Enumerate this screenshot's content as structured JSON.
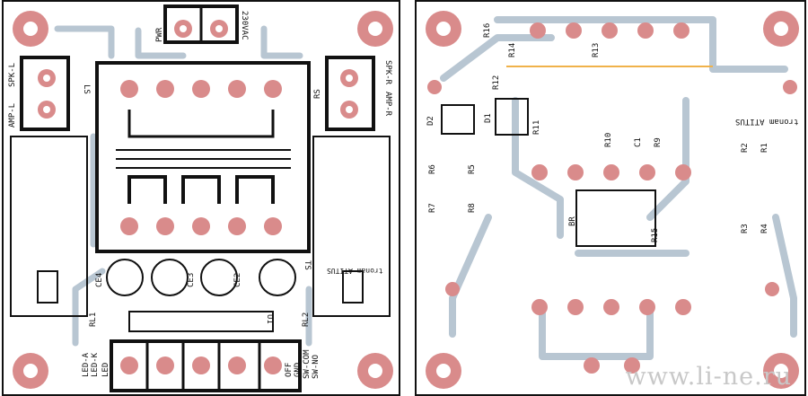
{
  "colors": {
    "pad": "#d98b8b",
    "track": "#b8c6d2",
    "silk": "#111111",
    "outline": "#111111",
    "accent": "#f0b24a"
  },
  "left_board": {
    "labels": {
      "pwr": "PWR",
      "v230": "230VAC",
      "spk_l": "SPK-L",
      "amp_l": "AMP-L",
      "ls": "LS",
      "rs": "RS",
      "spk_r": "SPK-R",
      "amp_r": "AMP-R",
      "ce4": "CE4",
      "ce3": "CE3",
      "ce2": "CE2",
      "ts": "TS",
      "rl1": "RL1",
      "rl2": "RL2",
      "u1": "U1",
      "led_a": "LED-A",
      "led_k": "LED-K",
      "led": "LED",
      "off": "OFF",
      "gnd": "GND",
      "sw_com": "SW-COM",
      "sw_no": "SW-NO",
      "logo": "tronam ATITUS"
    }
  },
  "right_board": {
    "labels": {
      "r16": "R16",
      "r14": "R14",
      "r13": "R13",
      "r12": "R12",
      "d2": "D2",
      "d1": "D1",
      "r11": "R11",
      "r10": "R10",
      "c1": "C1",
      "r9": "R9",
      "r6": "R6",
      "r5": "R5",
      "r7": "R7",
      "r8": "R8",
      "br": "BR",
      "r15": "R15",
      "r2": "R2",
      "r1": "R1",
      "r3": "R3",
      "r4": "R4",
      "logo": "tronam ATITUS"
    }
  },
  "watermark": "www.li-ne.ru"
}
